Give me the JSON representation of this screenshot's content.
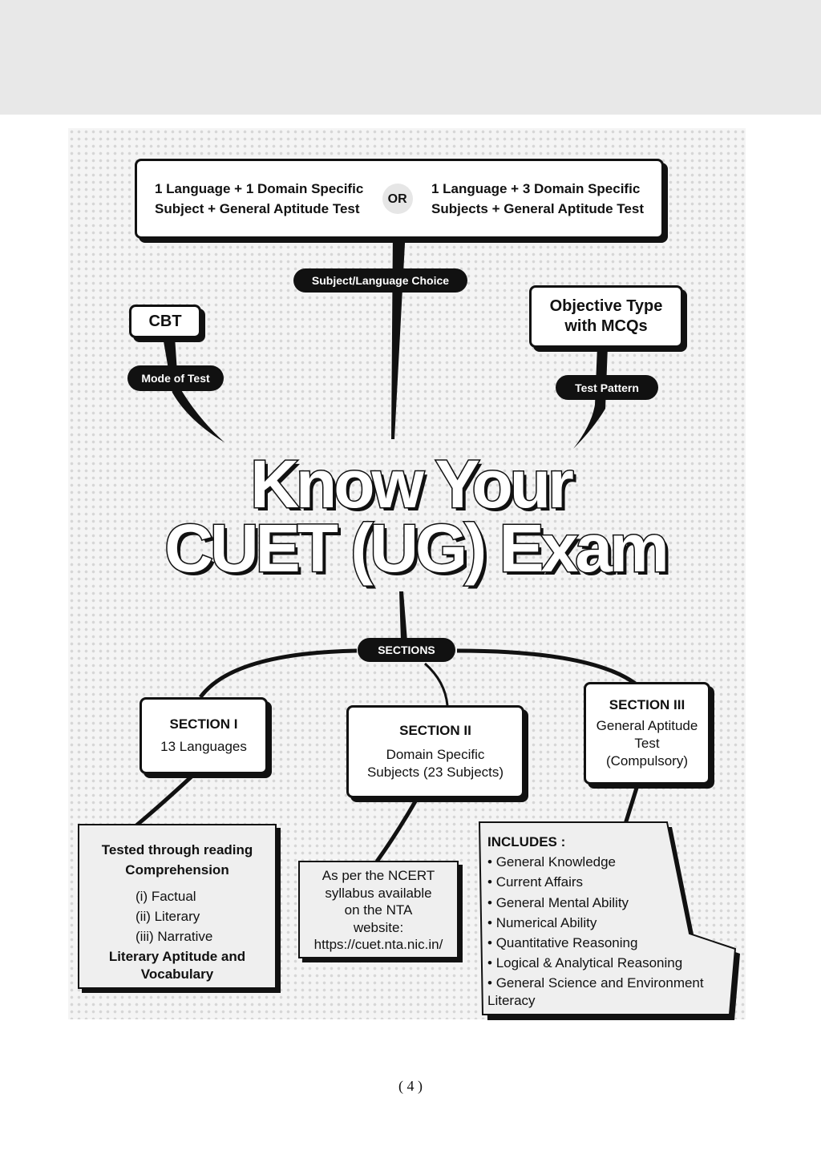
{
  "choice": {
    "left": [
      "1 Language + 1 Domain Specific",
      "Subject + General Aptitude Test"
    ],
    "or": "OR",
    "right": [
      "1 Language + 3 Domain Specific",
      "Subjects + General Aptitude Test"
    ],
    "label": "Subject/Language Choice"
  },
  "mode": {
    "value": "CBT",
    "label": "Mode of Test"
  },
  "pattern": {
    "value": [
      "Objective Type",
      "with MCQs"
    ],
    "label": "Test Pattern"
  },
  "title": [
    "Know Your",
    "CUET (UG) Exam"
  ],
  "sections_label": "SECTIONS",
  "sections": [
    {
      "heading": "SECTION I",
      "text": [
        "13 Languages"
      ]
    },
    {
      "heading": "SECTION II",
      "text": [
        "Domain Specific",
        "Subjects (23 Subjects)"
      ]
    },
    {
      "heading": "SECTION III",
      "text": [
        "General Aptitude",
        "Test",
        "(Compulsory)"
      ]
    }
  ],
  "section1_detail": {
    "heading": [
      "Tested through reading",
      "Comprehension"
    ],
    "items": [
      "(i) Factual",
      "(ii) Literary",
      "(iii) Narrative"
    ],
    "footer": [
      "Literary Aptitude and",
      "Vocabulary"
    ]
  },
  "section2_detail": [
    "As per the NCERT",
    "syllabus available",
    "on the NTA",
    "website:",
    "https://cuet.nta.nic.in/"
  ],
  "section3_detail": {
    "heading": "INCLUDES :",
    "items": [
      "General Knowledge",
      "Current Affairs",
      "General Mental Ability",
      "Numerical Ability",
      "Quantitative Reasoning",
      "Logical & Analytical Reasoning",
      "General Science and Environment Literacy"
    ]
  },
  "page_number": "( 4 )"
}
